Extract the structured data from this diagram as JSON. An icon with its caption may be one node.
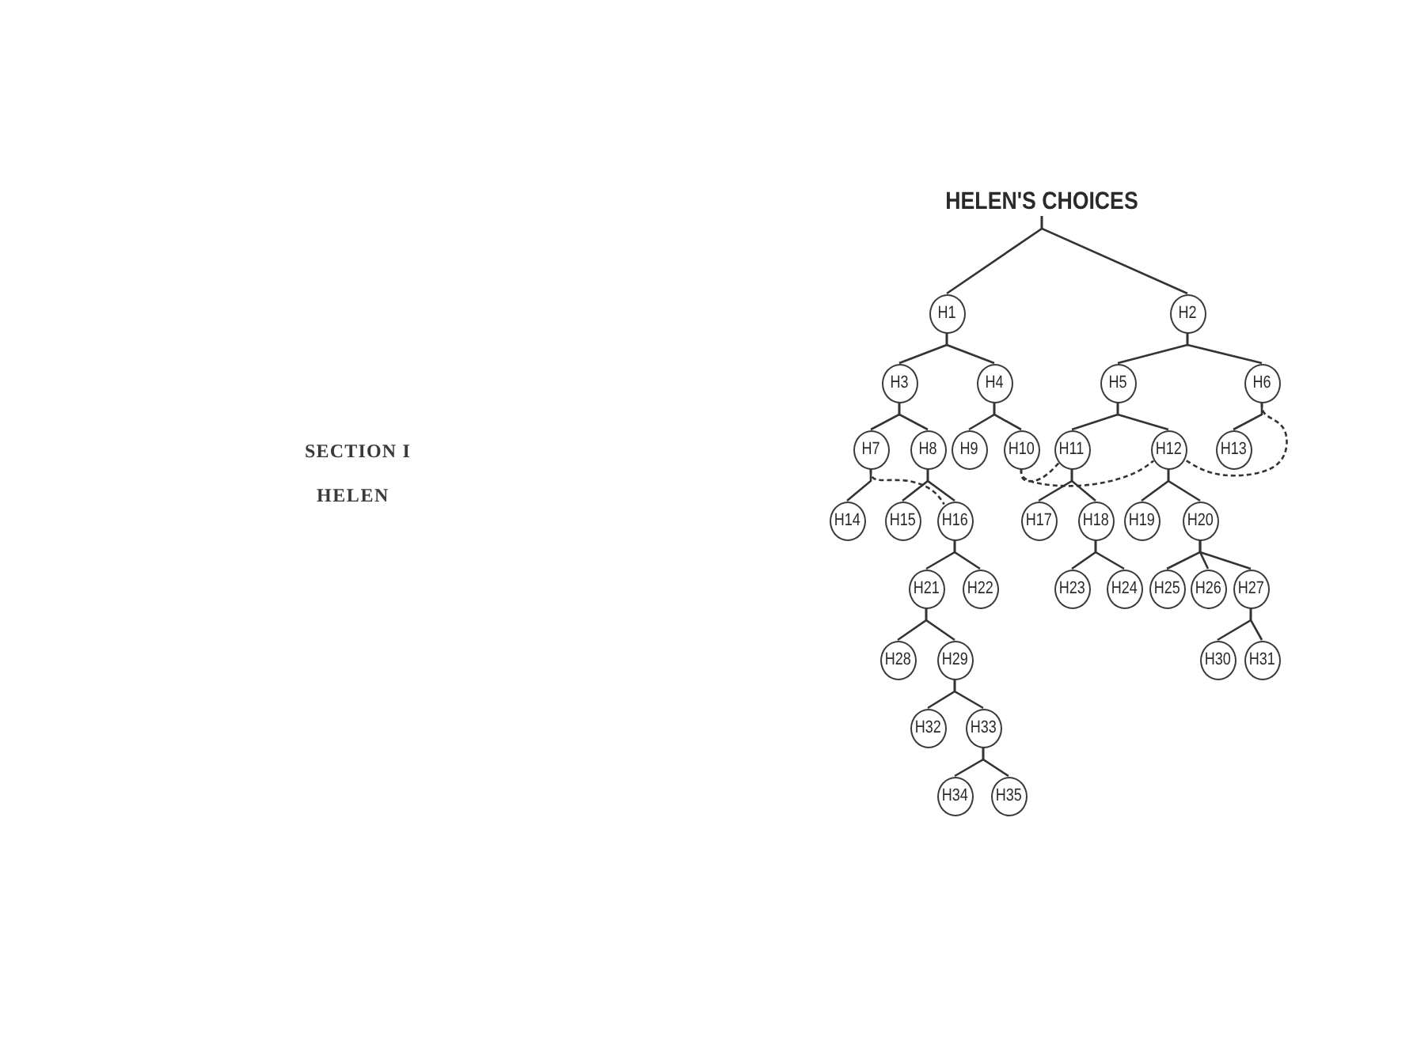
{
  "diagram": {
    "nodes": [
      {
        "text": [
          "HELEN'S CHOICES"
        ]
      },
      {
        "text": [
          "H1"
        ]
      },
      {
        "text": [
          "H2"
        ]
      },
      {
        "text": [
          "H3"
        ]
      },
      {
        "text": [
          "H4"
        ]
      },
      {
        "text": [
          "H5"
        ]
      },
      {
        "text": [
          "H6"
        ]
      },
      {
        "text": [
          "H7"
        ]
      },
      {
        "text": [
          "H8"
        ]
      },
      {
        "text": [
          "H9"
        ]
      },
      {
        "text": [
          "H10"
        ]
      },
      {
        "text": [
          "H11"
        ]
      },
      {
        "text": [
          "H12"
        ]
      },
      {
        "text": [
          "H13"
        ]
      },
      {
        "text": [
          "H14"
        ]
      },
      {
        "text": [
          "H15"
        ]
      },
      {
        "text": [
          "H16"
        ]
      },
      {
        "text": [
          "H17"
        ]
      },
      {
        "text": [
          "H18"
        ]
      },
      {
        "text": [
          "H19"
        ]
      },
      {
        "text": [
          "H20"
        ]
      },
      {
        "text": [
          "H21"
        ]
      },
      {
        "text": [
          "H22"
        ]
      },
      {
        "text": [
          "H23"
        ]
      },
      {
        "text": [
          "H24"
        ]
      },
      {
        "text": [
          "H25"
        ]
      },
      {
        "text": [
          "H26"
        ]
      },
      {
        "text": [
          "H27"
        ]
      },
      {
        "text": [
          "H28"
        ]
      },
      {
        "text": [
          "H29"
        ]
      },
      {
        "text": [
          "H30"
        ]
      },
      {
        "text": [
          "H31"
        ]
      },
      {
        "text": [
          "H32"
        ]
      },
      {
        "text": [
          "H33"
        ]
      },
      {
        "text": [
          "H34"
        ]
      },
      {
        "text": [
          "H35"
        ]
      }
    ],
    "edges": [
      {
        "from": 0,
        "to": 1,
        "arrow": "none"
      },
      {
        "from": 0,
        "to": 2,
        "arrow": "none"
      },
      {
        "from": 1,
        "to": 3,
        "arrow": "none"
      },
      {
        "from": 1,
        "to": 4,
        "arrow": "none"
      },
      {
        "from": 2,
        "to": 5,
        "arrow": "none"
      },
      {
        "from": 2,
        "to": 6,
        "arrow": "none"
      },
      {
        "from": 3,
        "to": 7,
        "arrow": "none"
      },
      {
        "from": 3,
        "to": 8,
        "arrow": "none"
      },
      {
        "from": 4,
        "to": 9,
        "arrow": "none"
      },
      {
        "from": 4,
        "to": 10,
        "arrow": "none"
      },
      {
        "from": 5,
        "to": 11,
        "arrow": "none"
      },
      {
        "from": 5,
        "to": 12,
        "arrow": "none"
      },
      {
        "from": 6,
        "to": 13,
        "arrow": "none"
      },
      {
        "from": 6,
        "to": 12,
        "arrow": "none",
        "style": "dashed"
      },
      {
        "from": 7,
        "to": 14,
        "arrow": "none"
      },
      {
        "from": 7,
        "to": 16,
        "arrow": "none",
        "style": "dashed"
      },
      {
        "from": 8,
        "to": 15,
        "arrow": "none"
      },
      {
        "from": 8,
        "to": 16,
        "arrow": "none"
      },
      {
        "from": 10,
        "to": 11,
        "arrow": "none",
        "style": "dashed"
      },
      {
        "from": 10,
        "to": 12,
        "arrow": "none",
        "style": "dashed"
      },
      {
        "from": 11,
        "to": 17,
        "arrow": "none"
      },
      {
        "from": 11,
        "to": 18,
        "arrow": "none"
      },
      {
        "from": 12,
        "to": 19,
        "arrow": "none"
      },
      {
        "from": 12,
        "to": 20,
        "arrow": "none"
      },
      {
        "from": 16,
        "to": 21,
        "arrow": "none"
      },
      {
        "from": 16,
        "to": 22,
        "arrow": "none"
      },
      {
        "from": 18,
        "to": 23,
        "arrow": "none"
      },
      {
        "from": 18,
        "to": 24,
        "arrow": "none"
      },
      {
        "from": 20,
        "to": 25,
        "arrow": "none"
      },
      {
        "from": 20,
        "to": 26,
        "arrow": "none"
      },
      {
        "from": 20,
        "to": 27,
        "arrow": "none"
      },
      {
        "from": 21,
        "to": 28,
        "arrow": "none"
      },
      {
        "from": 21,
        "to": 29,
        "arrow": "none"
      },
      {
        "from": 27,
        "to": 30,
        "arrow": "none"
      },
      {
        "from": 27,
        "to": 31,
        "arrow": "none"
      },
      {
        "from": 29,
        "to": 32,
        "arrow": "none"
      },
      {
        "from": 29,
        "to": 33,
        "arrow": "none"
      },
      {
        "from": 33,
        "to": 34,
        "arrow": "none"
      },
      {
        "from": 33,
        "to": 35,
        "arrow": "none"
      }
    ],
    "labels": [
      "SECTION I",
      "HELEN"
    ]
  }
}
